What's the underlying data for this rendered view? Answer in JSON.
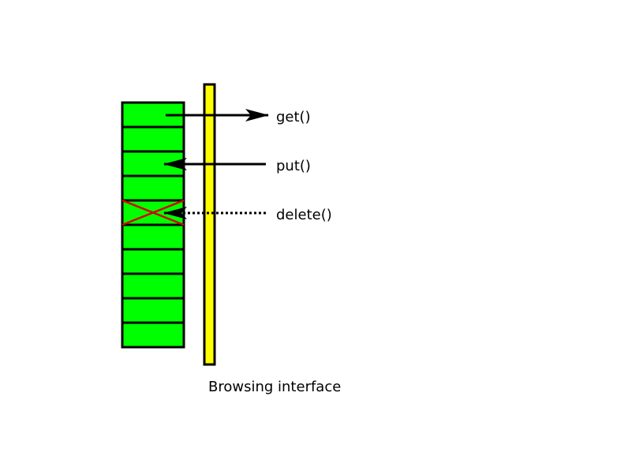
{
  "diagram": {
    "storage_slot_count": 10,
    "deleted_slot_index": 4,
    "operations": {
      "get": "get()",
      "put": "put()",
      "delete": "delete()"
    },
    "interface_label": "Browsing interface"
  },
  "colors": {
    "slot_fill": "#00ff00",
    "interface_bar_fill": "#ffff00",
    "delete_mark": "#d40000",
    "stroke": "#000000"
  }
}
